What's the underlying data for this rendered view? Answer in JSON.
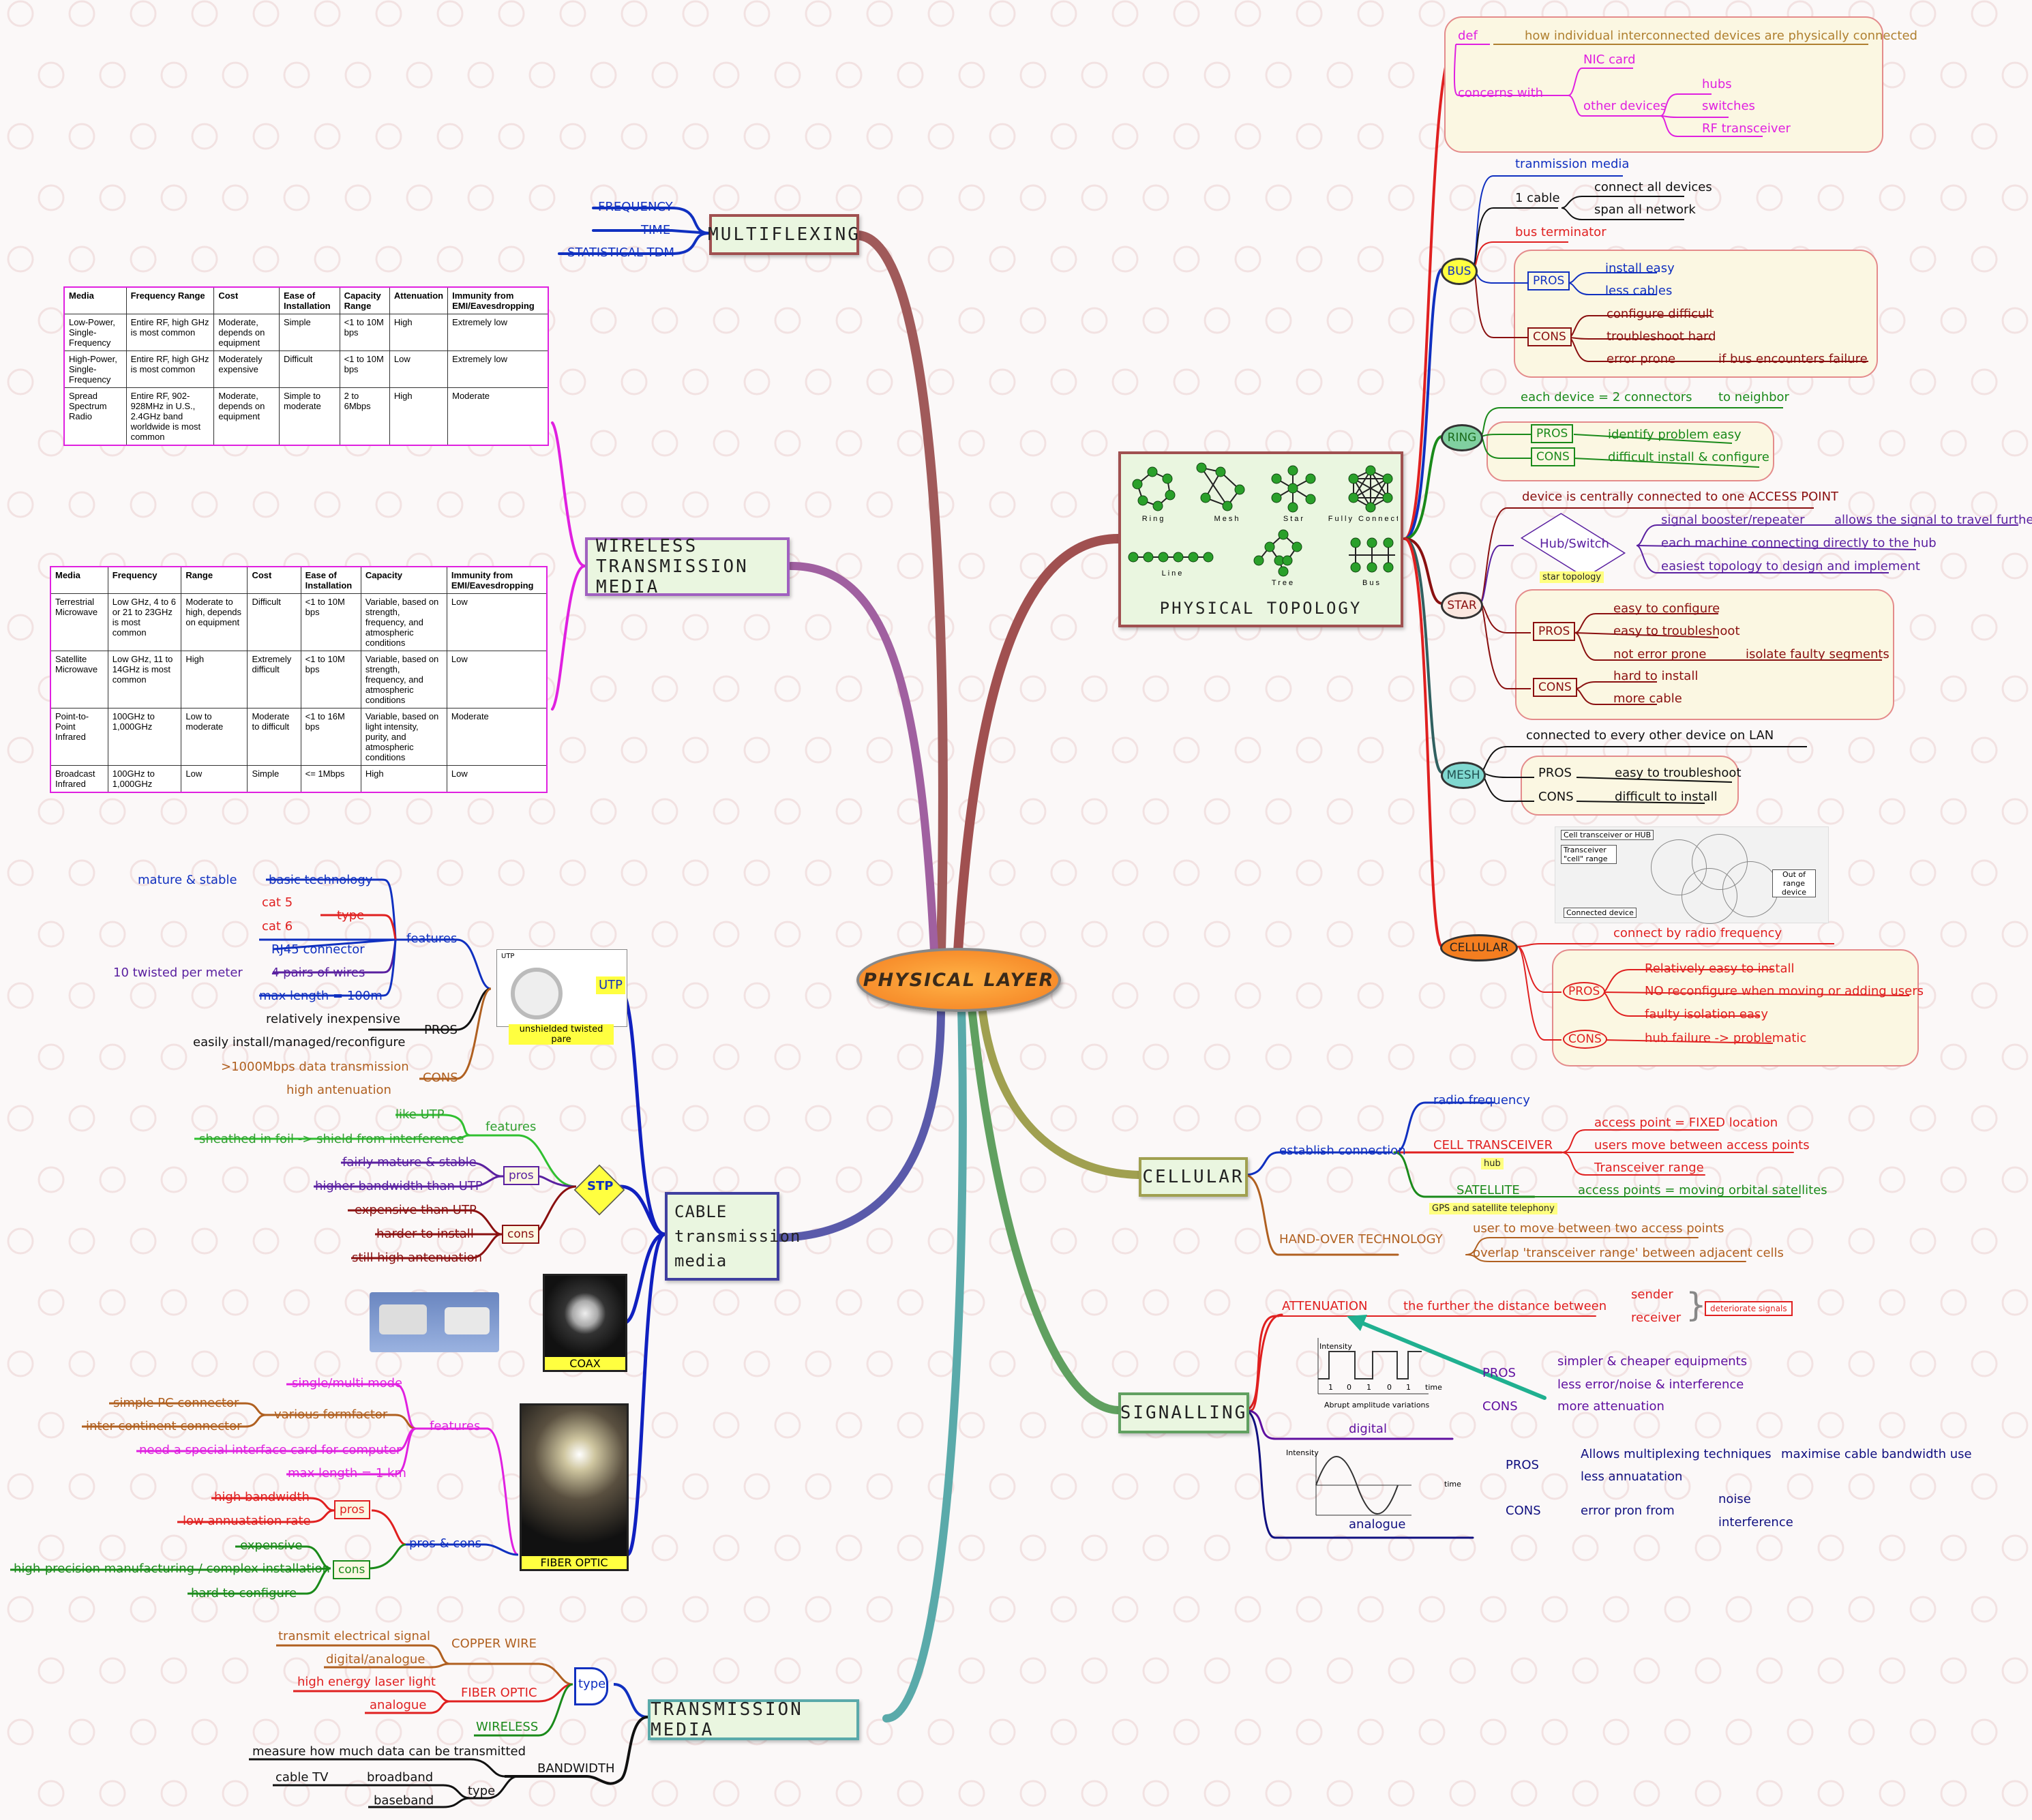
{
  "center": "PHYSICAL LAYER",
  "multiplexing": {
    "title": "MULTIFLEXING",
    "items": [
      "FREQUENCY",
      "TIME",
      "STATISTICAL TDM"
    ]
  },
  "wireless": {
    "title1": "WIRELESS",
    "title2": "TRANSMISSION MEDIA",
    "table1": {
      "headers": [
        "Media",
        "Frequency Range",
        "Cost",
        "Ease of Installation",
        "Capacity Range",
        "Attenuation",
        "Immunity from EMI/Eavesdropping"
      ],
      "rows": [
        [
          "Low-Power, Single-Frequency",
          "Entire RF, high GHz is most common",
          "Moderate, depends on equipment",
          "Simple",
          "<1 to 10M bps",
          "High",
          "Extremely low"
        ],
        [
          "High-Power, Single-Frequency",
          "Entire RF, high GHz is most common",
          "Moderately expensive",
          "Difficult",
          "<1 to 10M bps",
          "Low",
          "Extremely low"
        ],
        [
          "Spread Spectrum Radio",
          "Entire RF, 902-928MHz in U.S., 2.4GHz band worldwide is most common",
          "Moderate, depends on equipment",
          "Simple to moderate",
          "2 to 6Mbps",
          "High",
          "Moderate"
        ]
      ]
    },
    "table2": {
      "headers": [
        "Media",
        "Frequency",
        "Range",
        "Cost",
        "Ease of Installation",
        "Capacity",
        "Immunity from EMI/Eavesdropping"
      ],
      "rows": [
        [
          "Terrestrial Microwave",
          "Low GHz, 4 to 6 or 21 to 23GHz is most common",
          "Moderate to high, depends on equipment",
          "Difficult",
          "<1 to 10M bps",
          "Variable, based on strength, frequency, and atmospheric conditions",
          "Low"
        ],
        [
          "Satellite Microwave",
          "Low GHz, 11 to 14GHz is most common",
          "High",
          "Extremely difficult",
          "<1 to 10M bps",
          "Variable, based on strength, frequency, and atmospheric conditions",
          "Low"
        ],
        [
          "Point-to-Point Infrared",
          "100GHz to 1,000GHz",
          "Low to moderate",
          "Moderate to difficult",
          "<1 to 16M bps",
          "Variable, based on light intensity, purity, and atmospheric conditions",
          "Moderate"
        ],
        [
          "Broadcast Infrared",
          "100GHz to 1,000GHz",
          "Low",
          "Simple",
          "<= 1Mbps",
          "High",
          "Low"
        ]
      ]
    }
  },
  "cable": {
    "title": [
      "CABLE",
      "transmission",
      "media"
    ],
    "utp": {
      "label": "UTP",
      "caption": "unshielded twisted pare",
      "img_label": "UTP",
      "features": "features",
      "mature": "mature & stable",
      "basic": "basic technology",
      "cat5": "cat 5",
      "cat6": "cat 6",
      "type": "type",
      "rj45": "RJ45 connector",
      "twisted": "10 twisted per meter",
      "pairs": "4 pairs of wires",
      "maxlen": "max length = 100m",
      "pros": "PROS",
      "inexp": "relatively inexpensive",
      "easy": "easily install/managed/reconfigure",
      "cons": "CONS",
      "mbps": ">1000Mbps data transmission",
      "highatt": "high antenuation"
    },
    "stp": {
      "label": "STP",
      "features": "features",
      "likeutp": "like UTP",
      "sheathed": "sheathed in foil -> shield from interference",
      "pros": "pros",
      "fairly": "fairly mature & stable",
      "higherbw": "higher bandwidth than UTP",
      "cons": "cons",
      "expensive": "expensive than UTP",
      "harder": "harder to install",
      "still": "still high antenuation"
    },
    "coax": {
      "label": "COAX"
    },
    "fiber": {
      "label": "FIBER OPTIC",
      "features": "features",
      "single": "single/multi mode",
      "various": "various formfactor",
      "simplepc": "simple PC connector",
      "intercon": "inter-continent connector",
      "needcard": "need a special interface card for computer",
      "maxlen": "max length = 1 km",
      "proscons": "pros & cons",
      "pros": "pros",
      "highbw": "high bandwidth",
      "lowatt": "low annuatation rate",
      "cons": "cons",
      "expensive": "expensive",
      "highprec": "high-precision manufacturing / complex installation",
      "hardcfg": "hard to configure"
    }
  },
  "tmedia": {
    "title": "TRANSMISSION MEDIA",
    "type": "type",
    "copper": "COPPER WIRE",
    "transmit": "transmit electrical signal",
    "digana": "digital/analogue",
    "fiber": "FIBER OPTIC",
    "laser": "high energy laser light",
    "analogue": "analogue",
    "wireless": "WIRELESS",
    "bandwidth": "BANDWIDTH",
    "measure": "measure how much data can be transmitted",
    "type2": "type",
    "broadband": "broadband",
    "baseband": "baseband",
    "cabletv": "cable TV"
  },
  "topology": {
    "title": "PHYSICAL TOPOLOGY",
    "labels": [
      "Ring",
      "Mesh",
      "Star",
      "Fully Connected",
      "Line",
      "Tree",
      "Bus"
    ],
    "def": "def",
    "def_text": "how individual interconnected devices are physically connected",
    "concerns": "concerns with",
    "nic": "NIC card",
    "other": "other devices",
    "hubs": "hubs",
    "switches": "switches",
    "rf": "RF transceiver",
    "bus": {
      "label": "BUS",
      "media": "tranmission media",
      "cable": "1 cable",
      "connect": "connect all devices",
      "span": "span all network",
      "term": "bus terminator",
      "pros": "PROS",
      "install": "install easy",
      "less": "less cables",
      "cons": "CONS",
      "config": "configure difficult",
      "trouble": "troubleshoot hard",
      "error": "error prone",
      "iffail": "if bus encounters failure"
    },
    "ring": {
      "label": "RING",
      "each": "each device = 2 connectors",
      "neighbor": "to neighbor",
      "pros": "PROS",
      "identify": "identify problem easy",
      "cons": "CONS",
      "difficult": "difficult install & configure"
    },
    "star": {
      "label": "STAR",
      "central": "device is centrally connected to one ACCESS POINT",
      "hub": "Hub/Switch",
      "note": "star topology",
      "signal": "signal booster/repeater",
      "allows": "allows the signal to travel further",
      "each": "each machine connecting directly to the hub",
      "easiest": "easiest topology to design and implement",
      "pros": "PROS",
      "cfg": "easy to configure",
      "trouble": "easy to troubleshoot",
      "noterr": "not error prone",
      "isolate": "isolate faulty segments",
      "cons": "CONS",
      "hard": "hard to install",
      "more": "more cable"
    },
    "mesh": {
      "label": "MESH",
      "connected": "connected to every other device on LAN",
      "pros": "PROS",
      "easy": "easy to troubleshoot",
      "cons": "CONS",
      "diff": "difficult to install"
    },
    "cell": {
      "label": "CELLULAR",
      "img_hub": "Cell transceiver or HUB",
      "img_range": "Transceiver \"cell\" range",
      "img_out": "Out of range device",
      "img_conn": "Connected device",
      "connect": "connect by radio frequency",
      "pros": "PROS",
      "relatively": "Relatively easy to install",
      "noreconf": "NO reconfigure when moving or adding users",
      "faulty": "faulty isolation easy",
      "cons": "CONS",
      "hubfail": "hub failure -> problematic"
    }
  },
  "cellular": {
    "title": "CELLULAR",
    "establish": "establish connection",
    "radio": "radio frequency",
    "transceiver": "CELL TRANSCEIVER",
    "hub": "hub",
    "fixed": "access point = FIXED location",
    "users": "users move between access points",
    "range": "Transceiver range",
    "satellite": "SATELLITE",
    "gps": "GPS and satellite telephony",
    "orbital": "access points = moving orbital satellites",
    "handover": "HAND-OVER TECHNOLOGY",
    "usermove": "user to move between two access points",
    "overlap": "overlap 'transceiver range' between adjacent cells"
  },
  "signalling": {
    "title": "SIGNALLING",
    "atten": "ATTENUATION",
    "further": "the further the distance between",
    "sender": "sender",
    "receiver": "receiver",
    "deter": "deteriorate signals",
    "digital": "digital",
    "pros": "PROS",
    "simpler": "simpler & cheaper equipments",
    "lesserr": "less error/noise & interference",
    "cons": "CONS",
    "moreatt": "more attenuation",
    "analogue": "analogue",
    "apros": "PROS",
    "multiplex": "Allows multiplexing techniques",
    "maximise": "maximise cable bandwidth use",
    "lessann": "less annuatation",
    "acons": "CONS",
    "errpron": "error pron from",
    "noise": "noise",
    "interf": "interference",
    "intensity": "Intensity",
    "time": "time",
    "abrupt": "Abrupt amplitude variations",
    "bits": [
      "1",
      "0",
      "1",
      "0",
      "1"
    ]
  }
}
